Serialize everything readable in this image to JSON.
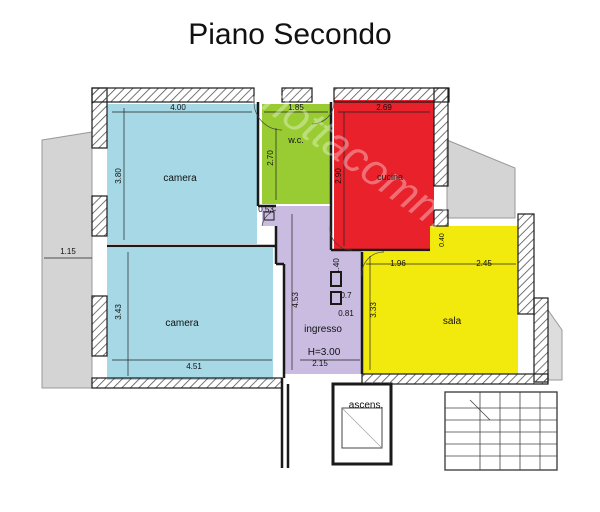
{
  "title": "Piano Secondo",
  "watermark": "mottacomm",
  "colors": {
    "camera": "#a6d8e6",
    "wc": "#99cc33",
    "cucina": "#e8212b",
    "sala": "#f2ea0c",
    "ingresso": "#c9bce0",
    "wall": "#1a1a1a",
    "hatch": "#777777",
    "terrace": "#d2d2d2"
  },
  "rooms": {
    "camera_top": "camera",
    "camera_bottom": "camera",
    "wc": "w.c.",
    "cucina": "cucina",
    "sala": "sala",
    "ingresso": "ingresso",
    "height": "H=3.00",
    "ascens": "ascens."
  },
  "dims": {
    "camera_top_w": "4.00",
    "camera_top_h": "3.80",
    "wc_w": "1.85",
    "wc_h": "2.70",
    "cucina_w": "2.69",
    "cucina_h": "2.90",
    "small_53": "0.53",
    "balcony_w": "1.15",
    "camera_bottom_h": "3.43",
    "camera_bottom_w": "4.51",
    "corridor_h": "4.53",
    "corridor_w": "2.15",
    "d_140": "1.40",
    "d_07": "0.7",
    "d_081": "0.81",
    "sala_w1": "1.96",
    "sala_w2": "2.45",
    "sala_h": "3.33",
    "d_040": "0.40"
  }
}
